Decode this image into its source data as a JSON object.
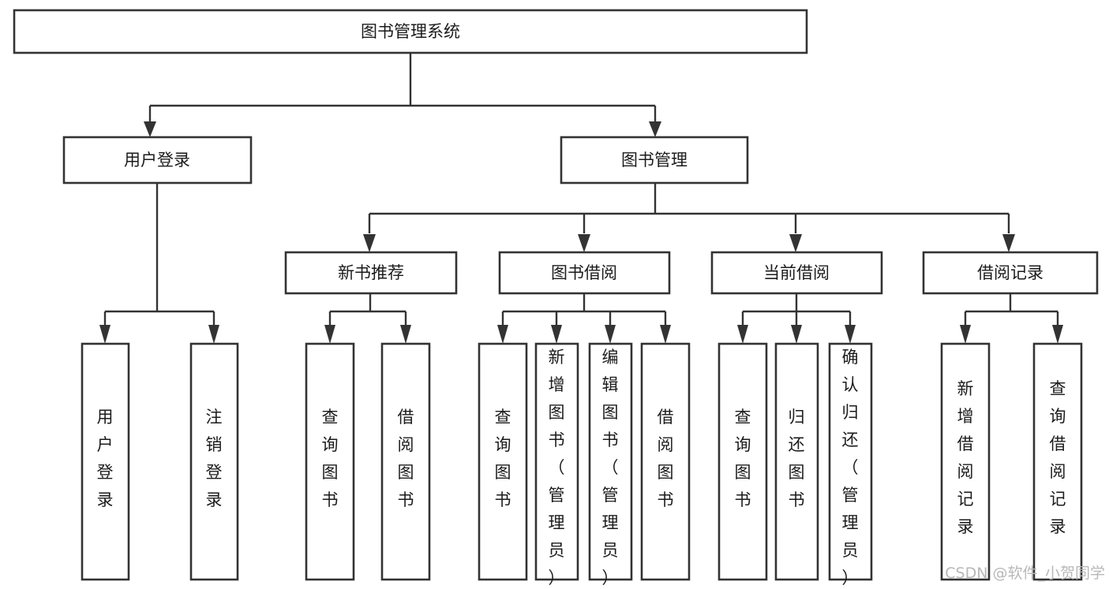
{
  "diagram": {
    "type": "tree-hierarchy-flowchart",
    "orientation": "top-down",
    "root": {
      "id": "root",
      "label": "图书管理系统"
    },
    "level2": [
      {
        "id": "user-login",
        "label": "用户登录"
      },
      {
        "id": "book-management",
        "label": "图书管理"
      }
    ],
    "level3": [
      {
        "id": "new-book-recommend",
        "label": "新书推荐",
        "parent": "book-management"
      },
      {
        "id": "book-borrow",
        "label": "图书借阅",
        "parent": "book-management"
      },
      {
        "id": "current-borrow",
        "label": "当前借阅",
        "parent": "book-management"
      },
      {
        "id": "borrow-record",
        "label": "借阅记录",
        "parent": "book-management"
      }
    ],
    "leaves": {
      "user-login": [
        {
          "id": "leaf-user-login",
          "label": "用户登录"
        },
        {
          "id": "leaf-logout-login",
          "label": "注销登录"
        }
      ],
      "new-book-recommend": [
        {
          "id": "leaf-query-book-1",
          "label": "查询图书"
        },
        {
          "id": "leaf-borrow-book-1",
          "label": "借阅图书"
        }
      ],
      "book-borrow": [
        {
          "id": "leaf-query-book-2",
          "label": "查询图书"
        },
        {
          "id": "leaf-add-book",
          "label": "新增图书（管理员）"
        },
        {
          "id": "leaf-edit-book",
          "label": "编辑图书（管理员）"
        },
        {
          "id": "leaf-borrow-book-2",
          "label": "借阅图书"
        }
      ],
      "current-borrow": [
        {
          "id": "leaf-query-book-3",
          "label": "查询图书"
        },
        {
          "id": "leaf-return-book",
          "label": "归还图书"
        },
        {
          "id": "leaf-confirm-return",
          "label": "确认归还（管理员）"
        }
      ],
      "borrow-record": [
        {
          "id": "leaf-add-record",
          "label": "新增借阅记录"
        },
        {
          "id": "leaf-query-record",
          "label": "查询借阅记录"
        }
      ]
    }
  },
  "watermark": {
    "label": "CSDN @软件_小贺同学"
  },
  "colors": {
    "background": "#ffffff",
    "box_fill": "#ffffff",
    "box_stroke": "#333333",
    "text": "#1b1b1b",
    "watermark": "#b8b8b8"
  }
}
